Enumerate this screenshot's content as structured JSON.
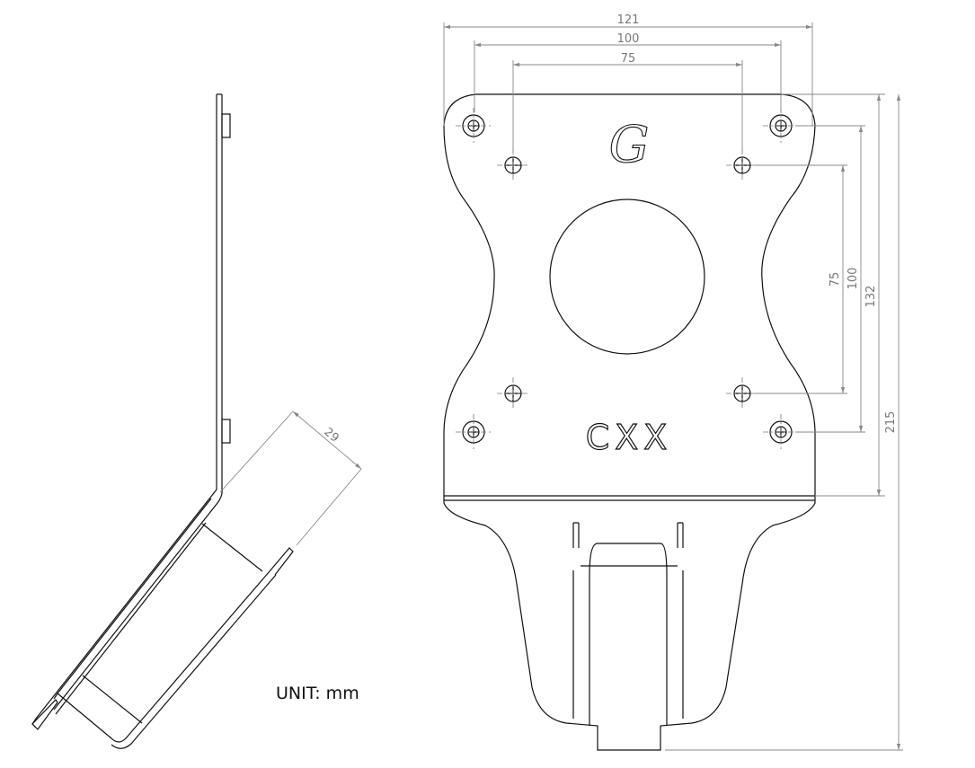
{
  "drawing": {
    "unit_label": "UNIT: mm",
    "logo_letter": "G",
    "plate_marking": "CXX",
    "dimensions": {
      "overall_width": "121",
      "outer_hole_spacing_h": "100",
      "inner_hole_spacing_h": "75",
      "inner_hole_spacing_v": "75",
      "outer_hole_spacing_v": "100",
      "plate_height": "132",
      "overall_height": "215",
      "side_flange": "29"
    }
  }
}
